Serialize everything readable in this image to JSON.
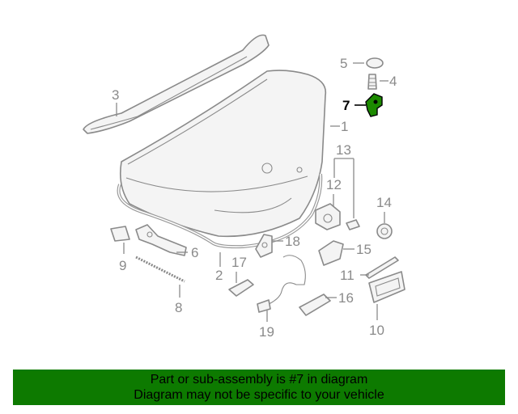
{
  "highlighted_part": "7",
  "callouts": {
    "c1": "1",
    "c2": "2",
    "c3": "3",
    "c4": "4",
    "c5": "5",
    "c6": "6",
    "c7": "7",
    "c8": "8",
    "c9": "9",
    "c10": "10",
    "c11": "11",
    "c12": "12",
    "c13": "13",
    "c14": "14",
    "c15": "15",
    "c16": "16",
    "c17": "17",
    "c18": "18",
    "c19": "19"
  },
  "banner": {
    "line1": "Part or sub-assembly is #7 in diagram",
    "line2": "Diagram may not be specific to your vehicle"
  },
  "colors": {
    "banner_background": "#0d7a00",
    "highlight_part": "#1c8a00",
    "line_art": "#8a8a8a"
  }
}
